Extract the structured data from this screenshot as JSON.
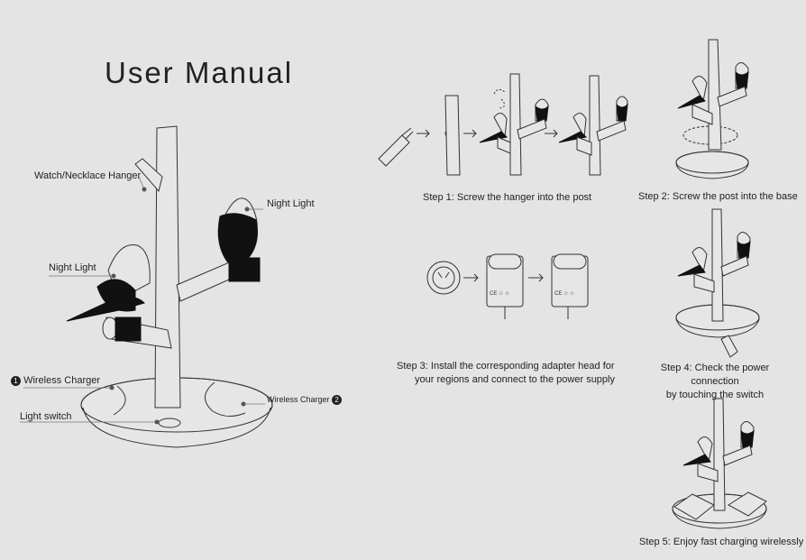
{
  "title": "User Manual",
  "labels": {
    "watch_hanger": "Watch/Necklace Hanger",
    "night_light_right": "Night Light",
    "night_light_left": "Night Light",
    "wireless_charger_left": "Wireless Charger",
    "wireless_charger_left_num": "1",
    "wireless_charger_right": "Wireless Charger",
    "wireless_charger_right_num": "2",
    "light_switch": "Light switch"
  },
  "steps": {
    "step1": "Step 1: Screw the hanger into the post",
    "step2": "Step 2: Screw the post into the base",
    "step3_line1": "Step 3: Install the corresponding adapter head for",
    "step3_line2": "your regions and connect to the power supply",
    "step4_line1": "Step 4: Check the power connection",
    "step4_line2": "by touching the switch",
    "step5": "Step 5: Enjoy fast charging wirelessly"
  },
  "adapter_marks": {
    "left": "CE ☆ ☆",
    "right": "CE ☆ ☆"
  }
}
